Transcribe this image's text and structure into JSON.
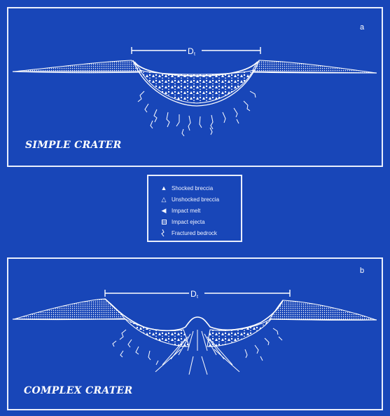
{
  "panel_a": {
    "letter": "a",
    "title": "SIMPLE CRATER",
    "diameter_label": "D",
    "diameter_subscript": "t"
  },
  "panel_b": {
    "letter": "b",
    "title": "COMPLEX CRATER",
    "diameter_label": "D",
    "diameter_subscript": "t"
  },
  "legend": {
    "items": [
      {
        "label": "Shocked breccia",
        "icon": "filled-triangle-icon"
      },
      {
        "label": "Unshocked breccia",
        "icon": "outline-triangle-icon"
      },
      {
        "label": "Impact melt",
        "icon": "melt-blob-icon"
      },
      {
        "label": "Impact ejecta",
        "icon": "dotted-box-icon"
      },
      {
        "label": "Fractured bedrock",
        "icon": "fracture-icon"
      }
    ]
  },
  "colors": {
    "background": "#1846b8",
    "linework": "#ffffff"
  }
}
